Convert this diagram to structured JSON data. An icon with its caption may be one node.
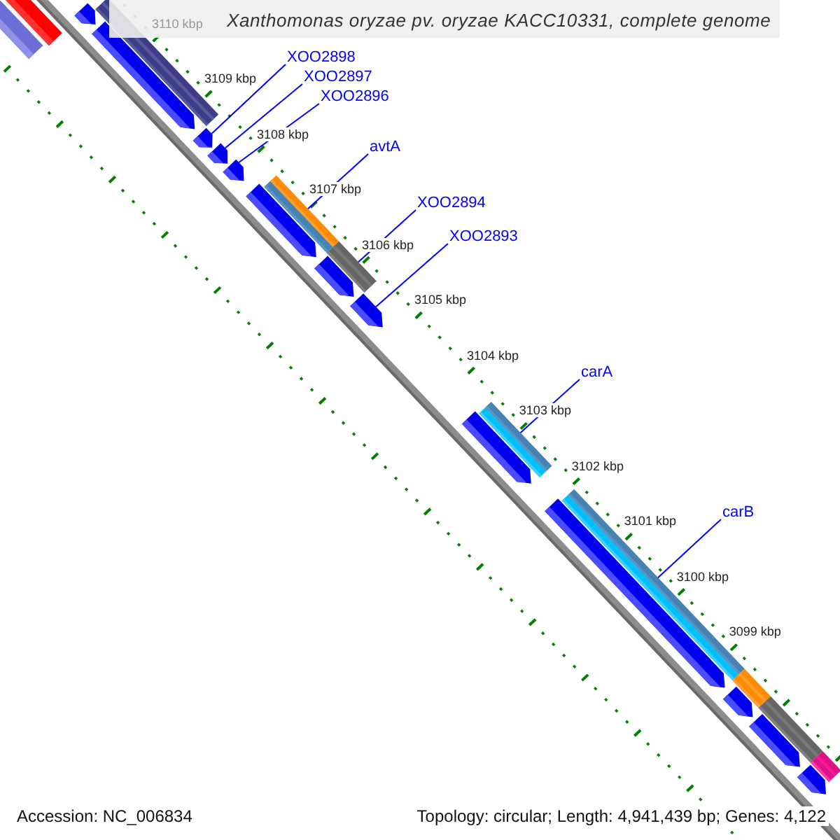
{
  "diagram": {
    "title": "Xanthomonas oryzae pv. oryzae KACC10331, complete genome",
    "nodes": [
      {
        "text": [
          "XOO2898"
        ]
      },
      {
        "text": [
          "XOO2897"
        ]
      },
      {
        "text": [
          "XOO2896"
        ]
      },
      {
        "text": [
          "avtA"
        ]
      },
      {
        "text": [
          "XOO2894"
        ]
      },
      {
        "text": [
          "XOO2893"
        ]
      },
      {
        "text": [
          "carA"
        ]
      },
      {
        "text": [
          "carB"
        ]
      },
      {
        "text": [],
        "shape": "bar"
      },
      {
        "text": [],
        "shape": "bar"
      },
      {
        "text": [],
        "shape": "bar"
      },
      {
        "text": [],
        "shape": "bar"
      },
      {
        "text": [],
        "shape": "bar"
      },
      {
        "text": [],
        "shape": "bar"
      },
      {
        "text": [],
        "shape": "bar"
      },
      {
        "text": [],
        "shape": "bar"
      },
      {
        "text": [],
        "shape": "bar"
      },
      {
        "text": [],
        "shape": "bar"
      },
      {
        "text": [],
        "shape": "bar"
      },
      {
        "text": [],
        "shape": "bar"
      },
      {
        "text": [],
        "shape": "bar"
      },
      {
        "text": [],
        "shape": "bar"
      },
      {
        "text": [],
        "shape": "bar"
      },
      {
        "text": [],
        "shape": "bar"
      },
      {
        "text": [],
        "shape": "bar"
      },
      {
        "text": [],
        "shape": "bar"
      },
      {
        "text": [],
        "shape": "bar"
      },
      {
        "text": [],
        "shape": "bar"
      },
      {
        "text": [],
        "shape": "bar"
      },
      {
        "text": [],
        "shape": "bar"
      },
      {
        "text": [],
        "shape": "bar"
      }
    ],
    "edges": [
      {
        "from": 0,
        "to": 13,
        "arrow": "none"
      },
      {
        "from": 1,
        "to": 14,
        "arrow": "none"
      },
      {
        "from": 2,
        "to": 15,
        "arrow": "none"
      },
      {
        "from": 3,
        "to": 17,
        "arrow": "none"
      },
      {
        "from": 4,
        "to": 18,
        "arrow": "none"
      },
      {
        "from": 5,
        "to": 20,
        "arrow": "none"
      },
      {
        "from": 6,
        "to": 22,
        "arrow": "none"
      },
      {
        "from": 7,
        "to": 24,
        "arrow": "none"
      }
    ],
    "labels": [
      "3110 kbp",
      "3109 kbp",
      "3108 kbp",
      "3107 kbp",
      "3106 kbp",
      "3105 kbp",
      "3104 kbp",
      "3103 kbp",
      "3102 kbp",
      "3101 kbp",
      "3100 kbp",
      "3099 kbp",
      "Accession: NC_006834",
      "Topology: circular; Length: 4,941,439 bp; Genes: 4,122"
    ]
  }
}
